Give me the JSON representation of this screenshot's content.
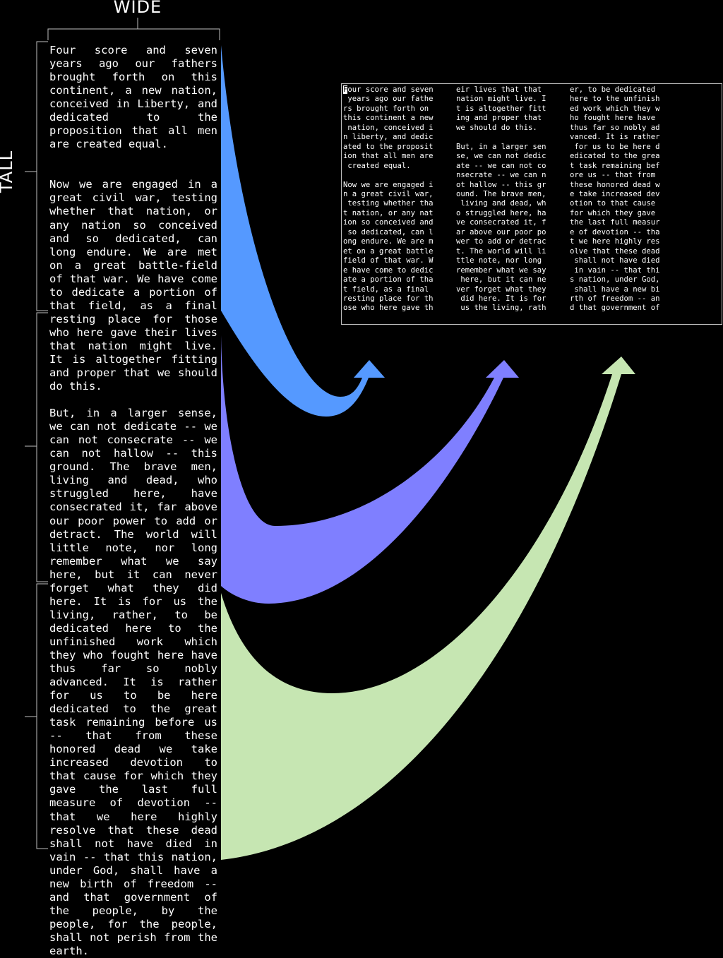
{
  "labels": {
    "wide": "WIDE",
    "tall": "TALL"
  },
  "tall_text": {
    "p1": "Four score and seven years ago our fathers brought forth on this continent, a new nation, conceived in Liberty, and dedicated to the proposition that all men are created equal.",
    "p2": "Now we are engaged in a great civil war, testing whether that nation, or any nation so conceived and so dedicated, can long endure. We are met on a great battle-field of that war. We have come to dedicate a portion of that field, as a final resting place for those who here gave their lives that nation might live. It is altogether fitting and proper that we should do this.",
    "p3": "But, in a larger sense, we can not dedicate -- we can not consecrate -- we can not hallow -- this ground. The brave men, living and dead, who struggled here, have consecrated it, far above our poor power to add or detract. The world will little note, nor long remember what we say here, but it can never forget what they did here. It is for us the living, rather, to be dedicated here to the unfinished work which they who fought here have thus far so nobly advanced. It is rather for us to be here dedicated to the great task remaining before us -- that from these honored dead we take increased devotion to that cause for which they gave the last full measure of devotion -- that we here highly resolve that these dead shall not have died in vain -- that this nation, under God, shall have a new birth of freedom -- and that government of the people, by the people, for the people, shall not perish from the earth."
  },
  "wide_text": {
    "col1_cursor": "F",
    "col1": "our score and seven\n years ago our fathe\nrs brought forth on\nthis continent a new\n nation, conceived i\nn liberty, and dedic\nated to the proposit\nion that all men are\n created equal.\n\nNow we are engaged i\nn a great civil war,\n testing whether tha\nt nation, or any nat\nion so conceived and\n so dedicated, can l\nong endure. We are m\net on a great battle\nfield of that war. W\ne have come to dedic\nate a portion of tha\nt field, as a final\nresting place for th\nose who here gave th",
    "col2": "eir lives that that\nnation might live. I\nt is altogether fitt\ning and proper that\nwe should do this.\n\nBut, in a larger sen\nse, we can not dedic\nate -- we can not co\nnsecrate -- we can n\not hallow -- this gr\nound. The brave men,\n living and dead, wh\no struggled here, ha\nve consecrated it, f\nar above our poor po\nwer to add or detrac\nt. The world will li\nttle note, nor long\nremember what we say\n here, but it can ne\nver forget what they\n did here. It is for\n us the living, rath",
    "col3": "er, to be dedicated\nhere to the unfinish\ned work which they w\nho fought here have\nthus far so nobly ad\nvanced. It is rather\n for us to be here d\nedicated to the grea\nt task remaining bef\nore us -- that from\nthese honored dead w\ne take increased dev\notion to that cause\nfor which they gave\nthe last full measur\ne of devotion -- tha\nt we here highly res\nolve that these dead\n shall not have died\n in vain -- that thi\ns nation, under God,\n shall have a new bi\nrth of freedom -- an\nd that government of"
  },
  "colors": {
    "blue": "#5599FF",
    "purple": "#7F7FFF",
    "green": "#C6E6B2",
    "bracket": "#bfbfbf"
  }
}
